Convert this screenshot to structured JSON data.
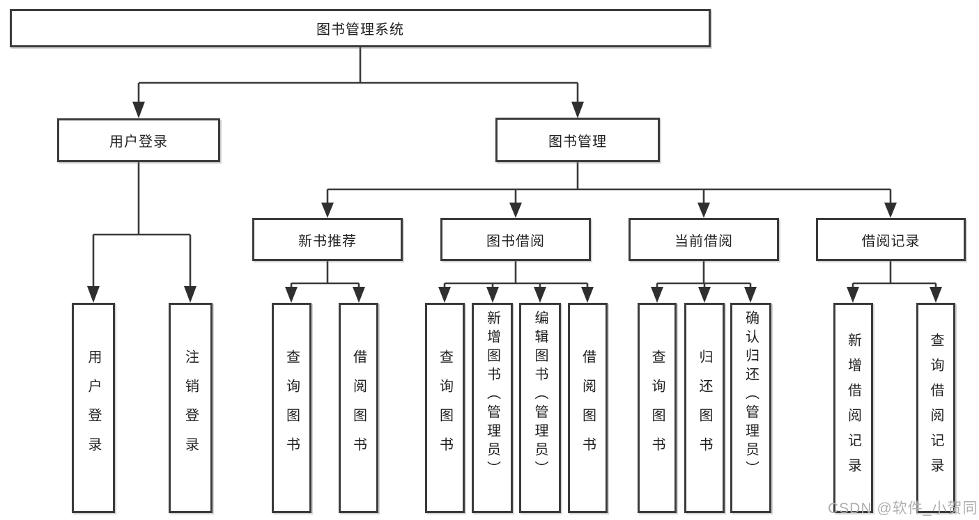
{
  "root": {
    "label": "图书管理系统"
  },
  "level2": [
    {
      "label": "用户登录"
    },
    {
      "label": "图书管理"
    }
  ],
  "level3": [
    {
      "label": "新书推荐"
    },
    {
      "label": "图书借阅"
    },
    {
      "label": "当前借阅"
    },
    {
      "label": "借阅记录"
    }
  ],
  "leaves": [
    {
      "label": "用户登录",
      "parent": "用户登录"
    },
    {
      "label": "注销登录",
      "parent": "用户登录"
    },
    {
      "label": "查询图书",
      "parent": "新书推荐"
    },
    {
      "label": "借阅图书",
      "parent": "新书推荐"
    },
    {
      "label": "查询图书",
      "parent": "图书借阅"
    },
    {
      "label": "新增图书（管理员）",
      "parent": "图书借阅"
    },
    {
      "label": "编辑图书（管理员）",
      "parent": "图书借阅"
    },
    {
      "label": "借阅图书",
      "parent": "图书借阅"
    },
    {
      "label": "查询图书",
      "parent": "当前借阅"
    },
    {
      "label": "归还图书",
      "parent": "当前借阅"
    },
    {
      "label": "确认归还（管理员）",
      "parent": "当前借阅"
    },
    {
      "label": "新增借阅记录",
      "parent": "借阅记录"
    },
    {
      "label": "查询借阅记录",
      "parent": "借阅记录"
    }
  ],
  "watermark": {
    "text": "CSDN @软件_小贺同学"
  },
  "colors": {
    "line": "#3a3a3a",
    "box_border": "#3b3b3b",
    "text": "#212121",
    "background": "#ffffff",
    "watermark": "#b0b0b0"
  }
}
